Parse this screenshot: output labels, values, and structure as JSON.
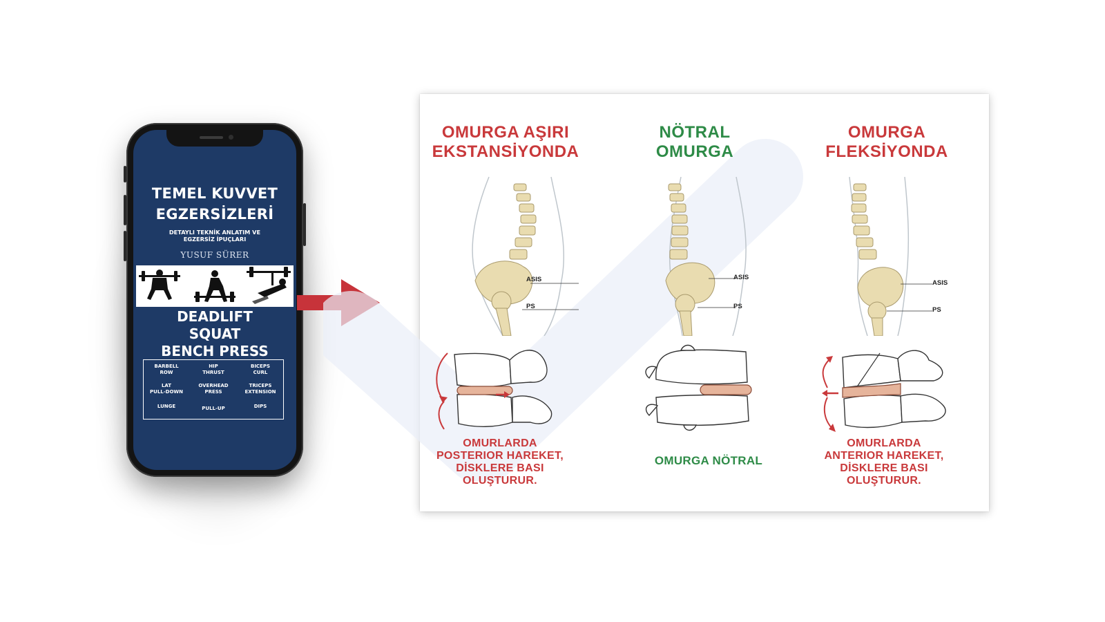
{
  "book": {
    "title_line1": "TEMEL KUVVET",
    "title_line2": "EGZERSİZLERİ",
    "subtitle_line1": "DETAYLI TEKNİK ANLATIM VE",
    "subtitle_line2": "EGZERSİZ İPUÇLARI",
    "author": "YUSUF SÜRER",
    "main_exercises": [
      "DEADLIFT",
      "SQUAT",
      "BENCH PRESS"
    ],
    "exercise_grid": [
      [
        "BARBELL\nROW",
        "HIP\nTHRUST",
        "BICEPS\nCURL"
      ],
      [
        "LAT\nPULL-DOWN",
        "OVERHEAD\nPRESS",
        "TRICEPS\nEXTENSION"
      ],
      [
        "LUNGE",
        "PULL-UP",
        "DIPS"
      ]
    ],
    "cover_color": "#1e3a66"
  },
  "arrow_color": "#c7333a",
  "infographic": {
    "panels": [
      {
        "title_line1": "OMURGA AŞIRI",
        "title_line2": "EKSTANSİYONDA",
        "title_color": "red",
        "labels": [
          "ASIS",
          "PS"
        ],
        "caption_lines": [
          "OMURLARDA",
          "POSTERIOR HAREKET,",
          "DİSKLERE BASI",
          "OLUŞTURUR."
        ],
        "caption_color": "red"
      },
      {
        "title_line1": "NÖTRAL",
        "title_line2": "OMURGA",
        "title_color": "green",
        "labels": [
          "ASIS",
          "PS"
        ],
        "caption_lines": [
          "OMURGA NÖTRAL"
        ],
        "caption_color": "green"
      },
      {
        "title_line1": "OMURGA",
        "title_line2": "FLEKSİYONDA",
        "title_color": "red",
        "labels": [
          "ASIS",
          "PS"
        ],
        "caption_lines": [
          "OMURLARDA",
          "ANTERIOR HAREKET,",
          "DİSKLERE BASI",
          "OLUŞTURUR."
        ],
        "caption_color": "red"
      }
    ],
    "colors": {
      "red": "#c9393b",
      "green": "#2e8b47",
      "bone": "#e9dcb0",
      "disc": "#e6b49b"
    }
  }
}
